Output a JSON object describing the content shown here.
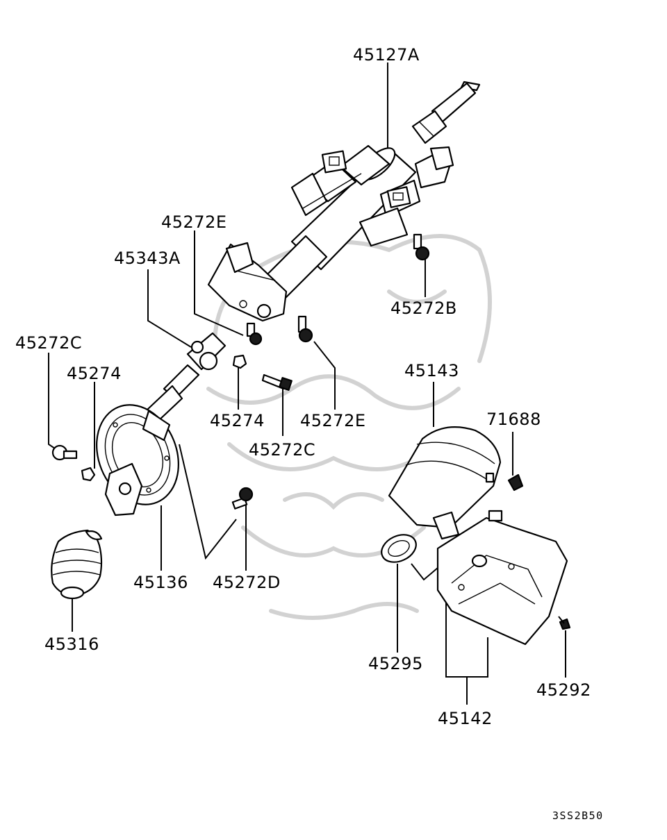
{
  "diagram": {
    "labels": {
      "l45127A": "45127A",
      "l45272E_top": "45272E",
      "l45343A": "45343A",
      "l45272B": "45272B",
      "l45272C_left": "45272C",
      "l45274_left": "45274",
      "l45274_mid": "45274",
      "l45272E_mid": "45272E",
      "l45143": "45143",
      "l71688": "71688",
      "l45272C_mid": "45272C",
      "l45136": "45136",
      "l45272D": "45272D",
      "l45316": "45316",
      "l45295": "45295",
      "l45292": "45292",
      "l45142": "45142"
    },
    "code": "3SS2B50"
  }
}
